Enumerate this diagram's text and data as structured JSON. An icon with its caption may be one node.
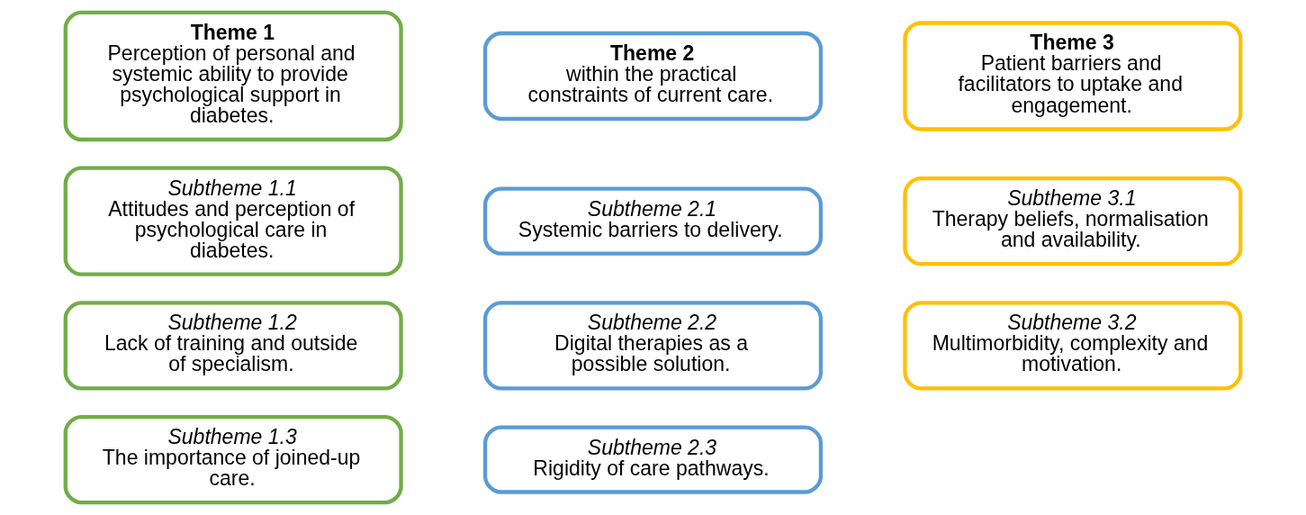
{
  "diagram": {
    "nodes": [
      {
        "text": [
          "Theme 1",
          "Perception of personal and systemic ability to provide psychological support in diabetes."
        ]
      },
      {
        "text": [
          "Subtheme 1.1",
          "Attitudes and perception of psychological care in diabetes."
        ]
      },
      {
        "text": [
          "Subtheme 1.2",
          "Lack of training and outside of specialism."
        ]
      },
      {
        "text": [
          "Subtheme 1.3",
          "The importance of joined-up care."
        ]
      },
      {
        "text": [
          "Theme 2",
          "within the practical constraints of current care."
        ]
      },
      {
        "text": [
          "Subtheme 2.1",
          "Systemic barriers to delivery."
        ]
      },
      {
        "text": [
          "Subtheme 2.2",
          "Digital therapies as a possible solution."
        ]
      },
      {
        "text": [
          "Subtheme 2.3",
          "Rigidity of care pathways."
        ]
      },
      {
        "text": [
          "Theme 3",
          "Patient barriers and facilitators to uptake and engagement."
        ]
      },
      {
        "text": [
          "Subtheme 3.1",
          "Therapy beliefs, normalisation and availability."
        ]
      },
      {
        "text": [
          "Subtheme 3.2",
          "Multimorbidity, complexity and motivation."
        ]
      }
    ],
    "edges": []
  }
}
